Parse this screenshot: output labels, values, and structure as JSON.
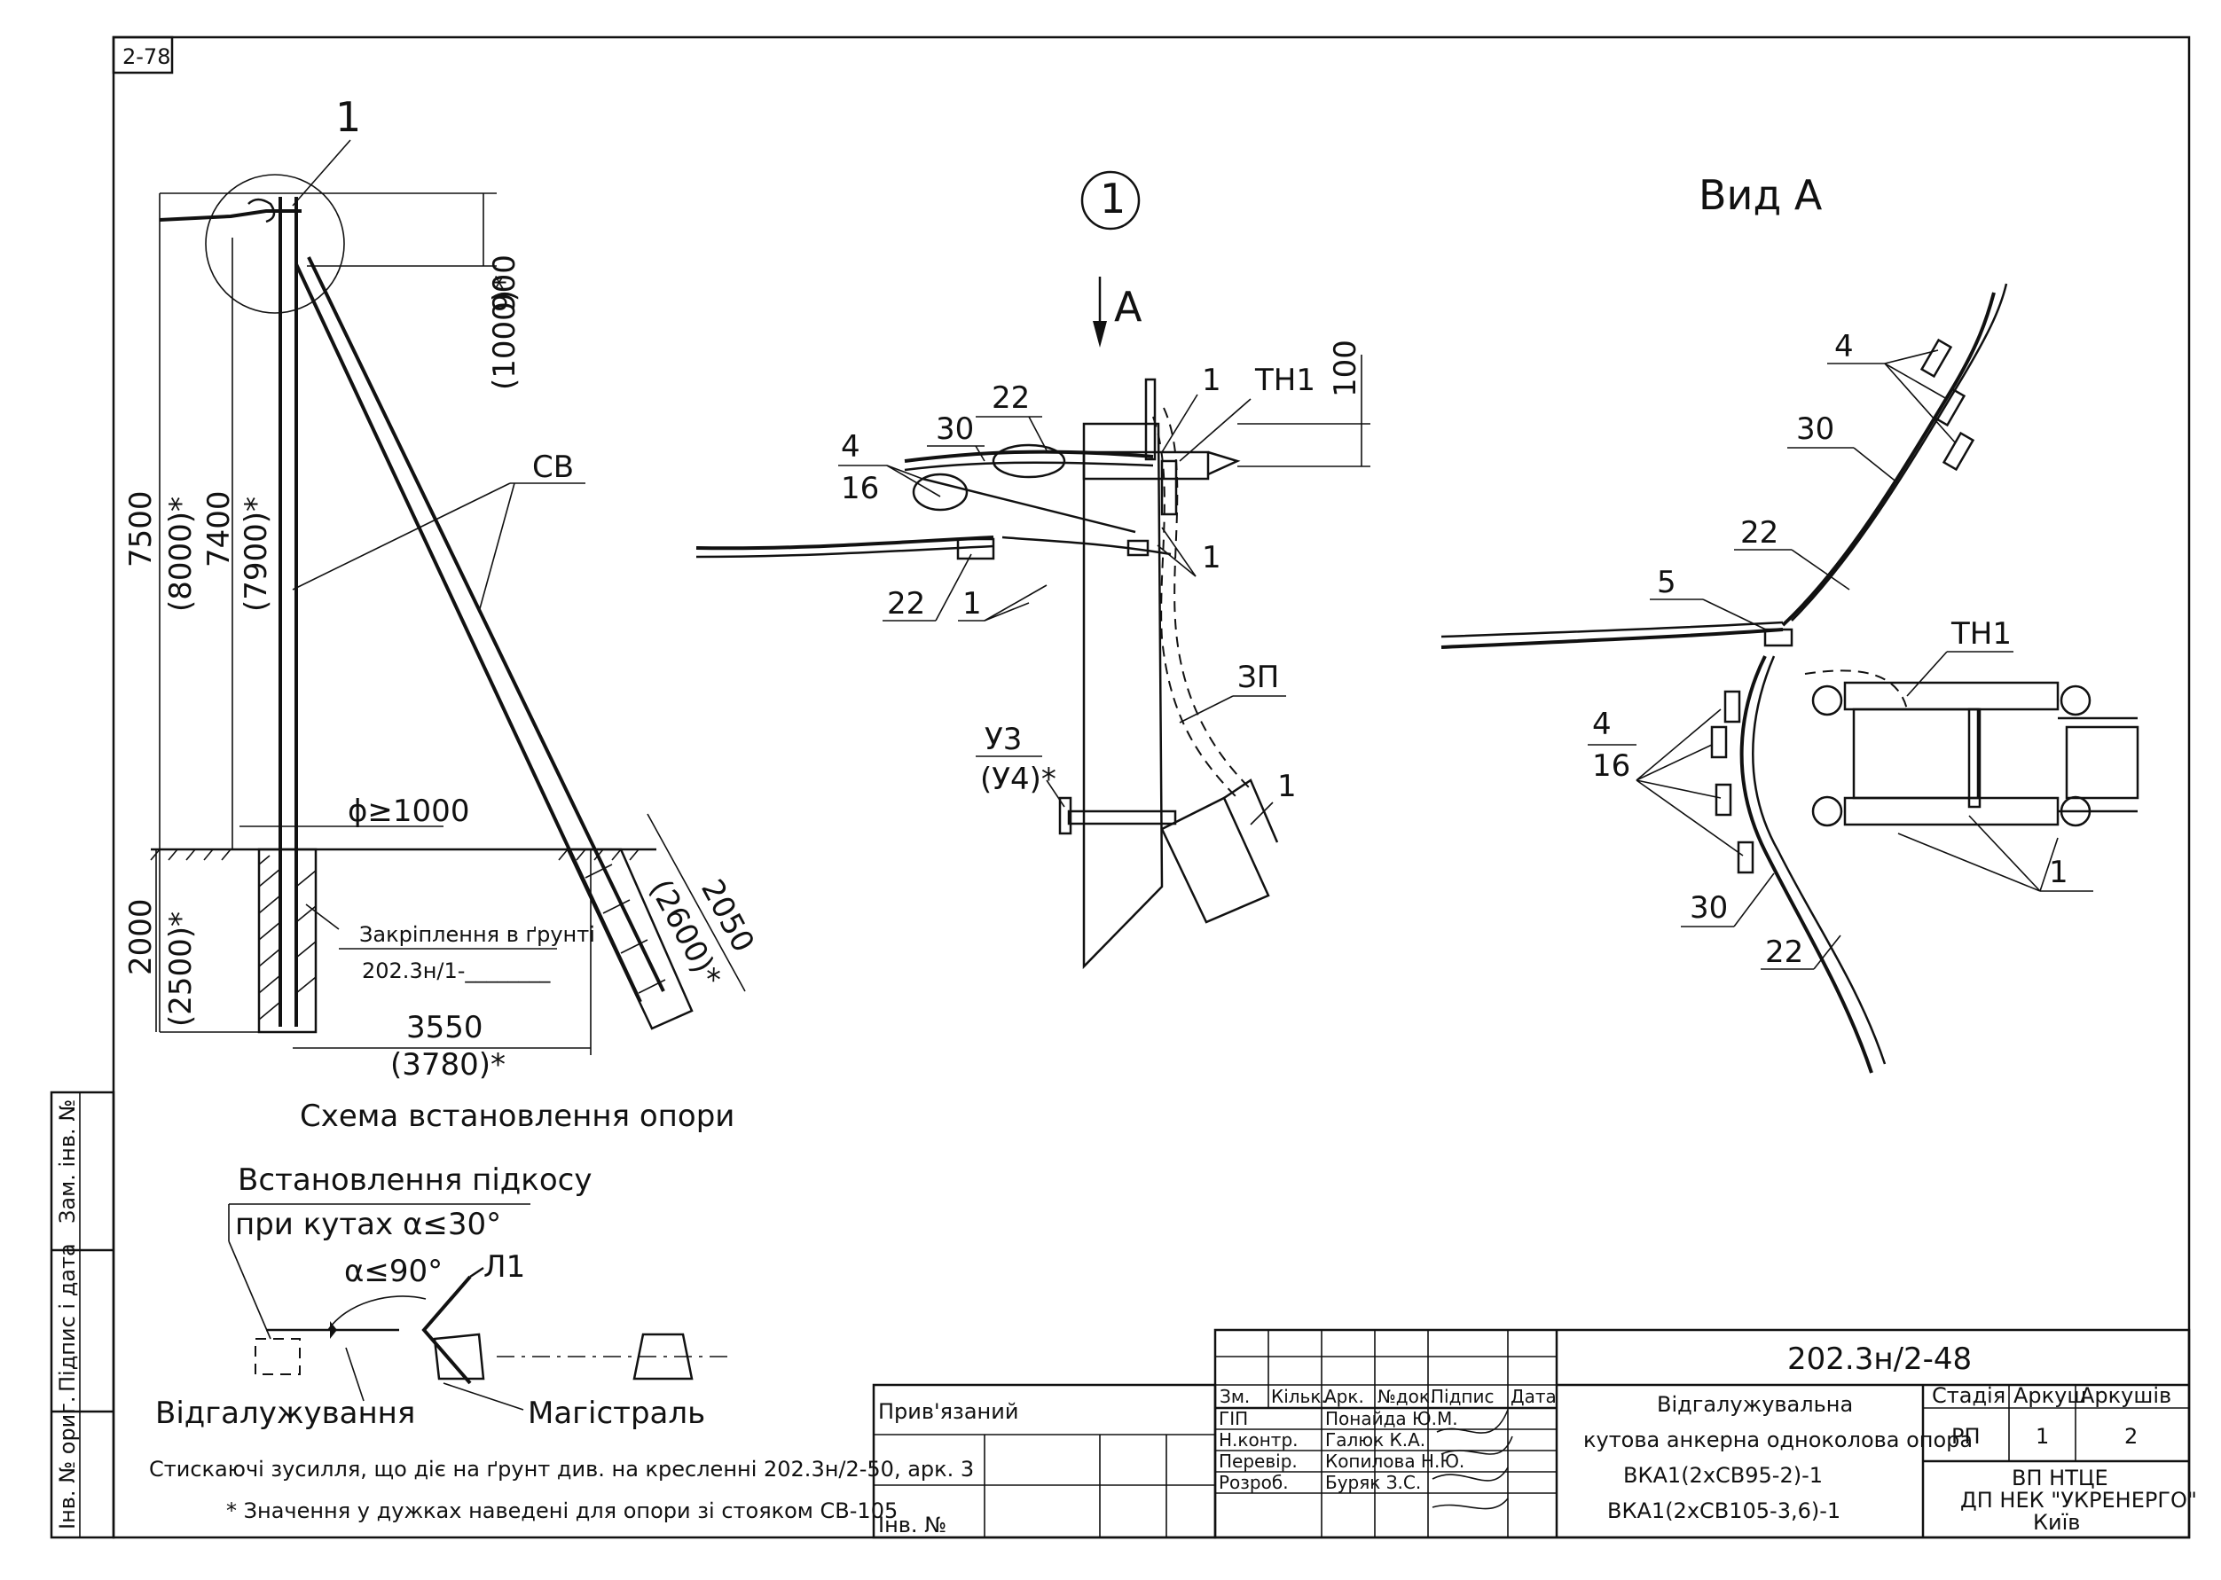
{
  "sheet": {
    "page_code": "2-78",
    "callout_main": "1",
    "detail_marker": "1",
    "view_title": "Вид А",
    "view_arrow_label": "А"
  },
  "left_drawing": {
    "caption": "Схема встановлення опори",
    "callout_sv": "СВ",
    "dim_900": "900",
    "dim_1000": "(1000)*",
    "dim_7500": "7500",
    "dim_8000": "(8000)*",
    "dim_7400": "7400",
    "dim_7900": "(7900)*",
    "dim_diameter": "ϕ≥1000",
    "dim_2000": "2000",
    "dim_2500": "(2500)*",
    "dim_2050": "2050",
    "dim_2600": "(2600)*",
    "dim_3550": "3550",
    "dim_3780": "(3780)*",
    "ground_note_1": "Закріплення в ґрунті",
    "ground_note_2": "202.3н/1-________"
  },
  "middle_drawing": {
    "lbl_1a": "1",
    "lbl_th1": "ТН1",
    "lbl_100": "100",
    "lbl_22a": "22",
    "lbl_30": "30",
    "lbl_4": "4",
    "lbl_16": "16",
    "lbl_22b": "22",
    "lbl_1b": "1",
    "lbl_1c": "1",
    "lbl_zp": "ЗП",
    "lbl_u3": "У3",
    "lbl_u4": "(У4)*",
    "lbl_1d": "1"
  },
  "right_drawing": {
    "lbl_4a": "4",
    "lbl_30a": "30",
    "lbl_22a": "22",
    "lbl_5": "5",
    "lbl_th1": "ТН1",
    "lbl_4b": "4",
    "lbl_16": "16",
    "lbl_1": "1",
    "lbl_30b": "30",
    "lbl_22b": "22"
  },
  "brace_section": {
    "title": "Встановлення підкосу",
    "subtitle": "при кутах α≤30°",
    "angle": "α≤90°",
    "line_label": "Л1",
    "branch": "Відгалужування",
    "main": "Магістраль"
  },
  "notes": {
    "note_1": "Стискаючі зусилля, що діє на ґрунт див. на кресленні 202.3н/2-50, арк. 3",
    "note_2": "* Значення у дужках наведені для опори зі стояком СВ-105"
  },
  "side_stamp": {
    "cell_1": "Зам. інв. №",
    "cell_2": "Підпис і дата",
    "cell_3": "Інв. № ориг."
  },
  "title_block": {
    "doc_code": "202.3н/2-48",
    "linked": "Прив'язаний",
    "inv": "Інв. №",
    "headers": [
      "Зм.",
      "Кільк.",
      "Арк.",
      "№док.",
      "Підпис",
      "Дата"
    ],
    "rows": [
      {
        "role": "ГІП",
        "name": "Понайда Ю.М."
      },
      {
        "role": "Н.контр.",
        "name": "Галюк К.А."
      },
      {
        "role": "Перевір.",
        "name": "Копилова Н.Ю."
      },
      {
        "role": "Розроб.",
        "name": "Буряк З.С."
      }
    ],
    "title_lines": [
      "Відгалужувальна",
      "кутова анкерна одноколова опора",
      "ВКА1(2хСВ95-2)-1",
      "ВКА1(2хСВ105-3,6)-1"
    ],
    "stage_label": "Стадія",
    "sheet_label": "Аркуш",
    "sheets_label": "Аркушів",
    "stage_value": "РП",
    "sheet_value": "1",
    "sheets_value": "2",
    "org_1": "ВП НТЦЕ",
    "org_2": "ДП НЕК \"УКРЕНЕРГО\"",
    "org_3": "Київ"
  }
}
